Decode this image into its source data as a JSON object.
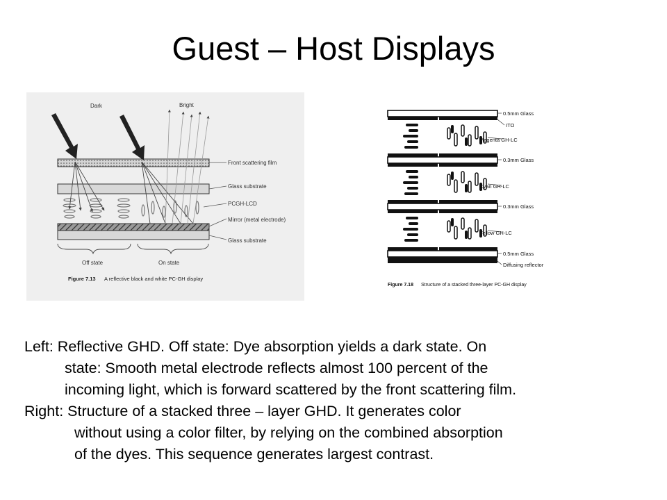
{
  "slide": {
    "title": "Guest – Host Displays"
  },
  "left_figure": {
    "top_labels": {
      "dark": "Dark",
      "bright": "Bright"
    },
    "layer_labels": [
      "Front scattering film",
      "Glass substrate",
      "PCGH-LCD",
      "Mirror (metal electrode)",
      "Glass substrate"
    ],
    "state_labels": {
      "off": "Off state",
      "on": "On state"
    },
    "caption_num": "Figure 7.13",
    "caption_text": "A reflective black and white PC-GH display"
  },
  "right_figure": {
    "layer_labels": [
      "0.5mm Glass",
      "ITO",
      "Magenta GH-LC",
      "0.3mm Glass",
      "Cyan GH-LC",
      "0.3mm Glass",
      "Yellow GH-LC",
      "0.5mm Glass",
      "Diffusing reflector"
    ],
    "caption_num": "Figure 7.18",
    "caption_text": "Structure of a stacked three-layer PC-GH display"
  },
  "caption": {
    "lines": [
      "Left: Reflective GHD. Off state: Dye absorption yields a dark state. On",
      "state: Smooth metal electrode reflects almost 100 percent of the",
      "incoming light, which is forward scattered by the front scattering film.",
      "Right: Structure of a stacked three – layer GHD. It generates color",
      "without using a color filter, by relying on the combined absorption",
      "of the dyes. This sequence generates largest contrast."
    ]
  }
}
